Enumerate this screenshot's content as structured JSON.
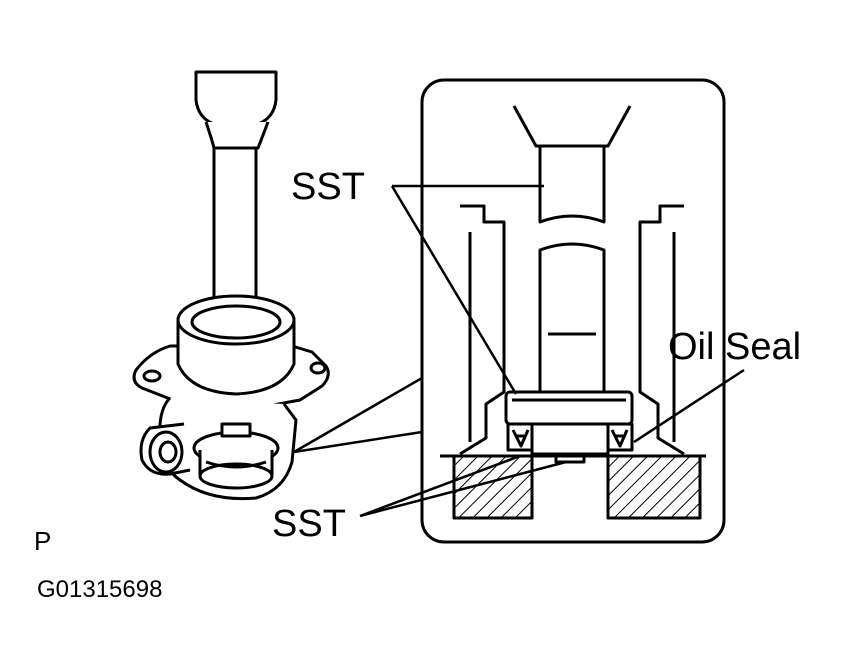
{
  "labels": {
    "sst_top": "SST",
    "sst_bottom": "SST",
    "oil_seal": "Oil Seal",
    "view_letter": "P",
    "figure_code": "G01315698"
  },
  "colors": {
    "ink": "#000000",
    "paper": "#ffffff"
  }
}
